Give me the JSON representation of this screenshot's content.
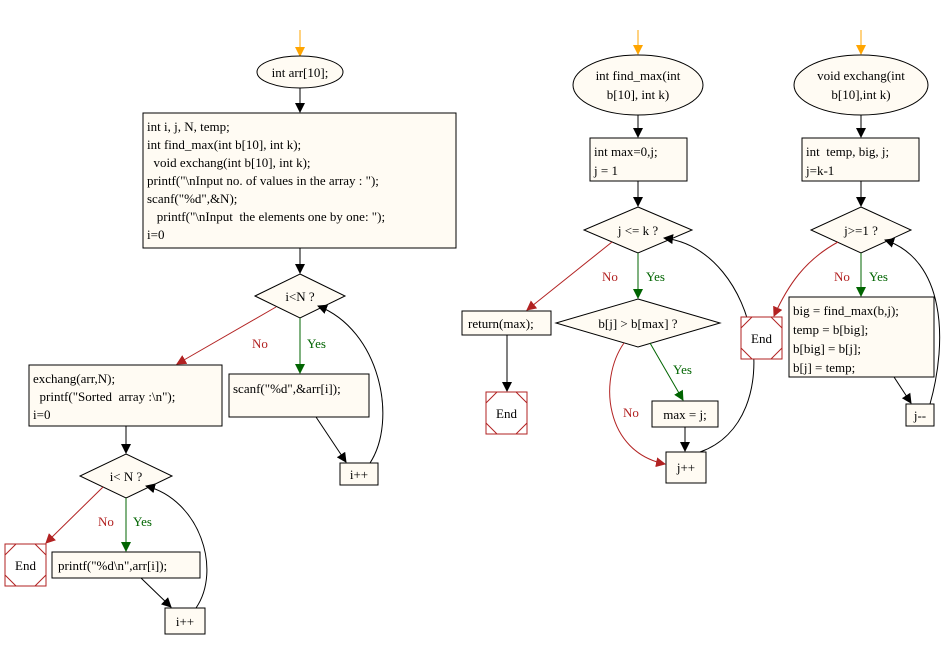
{
  "colors": {
    "node_fill": "#fffbf3",
    "edge": "#000000",
    "no_branch": "#b22222",
    "yes_branch": "#006400",
    "entry_arrow": "#ffa500",
    "end_node": "#b22222"
  },
  "main": {
    "start": "int arr[10];",
    "init_block": [
      "int i, j, N, temp;",
      "int find_max(int b[10], int k);",
      "  void exchang(int b[10], int k);",
      "printf(\"\\nInput no. of values in the array : \");",
      "scanf(\"%d\",&N);",
      "   printf(\"\\nInput  the elements one by one: \");",
      "i=0"
    ],
    "cond1": "i<N ?",
    "cond1_no": "No",
    "cond1_yes": "Yes",
    "read_block": "scanf(\"%d\",&arr[i]);",
    "inc1": "i++",
    "sort_block": [
      "exchang(arr,N);",
      "  printf(\"Sorted  array :\\n\");",
      "i=0"
    ],
    "cond2": "i< N ?",
    "cond2_no": "No",
    "cond2_yes": "Yes",
    "end": "End",
    "print_block": "printf(\"%d\\n\",arr[i]);",
    "inc2": "i++"
  },
  "find_max": {
    "start_lines": [
      "int find_max(int",
      "b[10], int k)"
    ],
    "init_block": [
      "int max=0,j;",
      "j = 1"
    ],
    "cond1": "j <= k ?",
    "cond1_no": "No",
    "cond1_yes": "Yes",
    "return_block": "return(max);",
    "end": "End",
    "cond2": "b[j] > b[max] ?",
    "cond2_no": "No",
    "cond2_yes": "Yes",
    "assign_block": "max = j;",
    "inc": "j++"
  },
  "exchang": {
    "start_lines": [
      "void exchang(int",
      "b[10],int k)"
    ],
    "init_block": [
      "int  temp, big, j;",
      "j=k-1"
    ],
    "cond": "j>=1 ?",
    "cond_no": "No",
    "cond_yes": "Yes",
    "end": "End",
    "swap_block": [
      "big = find_max(b,j);",
      "temp = b[big];",
      "b[big] = b[j];",
      "b[j] = temp;"
    ],
    "dec": "j--"
  }
}
